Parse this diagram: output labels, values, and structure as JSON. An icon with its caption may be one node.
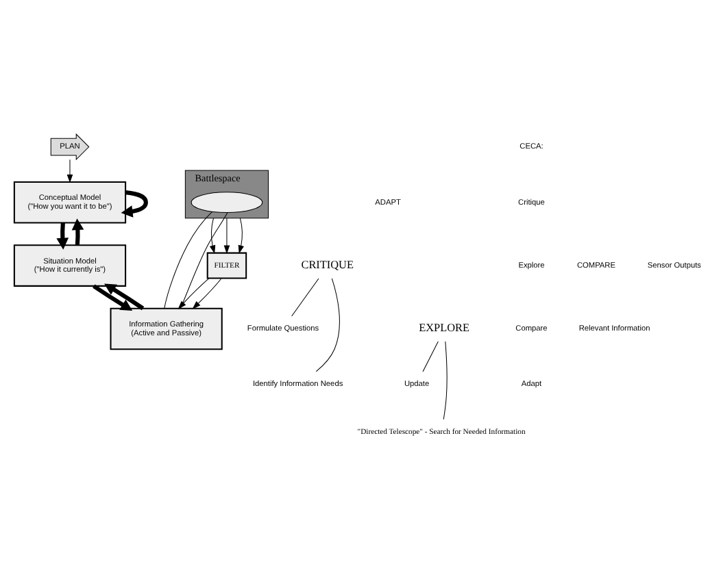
{
  "diagram": {
    "nodes": [
      {
        "text": [
          "PLAN"
        ]
      },
      {
        "text": [
          "Conceptual Model",
          "(\"How you want it to be\")"
        ]
      },
      {
        "text": [
          "Situation Model",
          "(\"How it currently is\")"
        ]
      },
      {
        "text": [
          "Information Gathering",
          "(Active and Passive)"
        ]
      },
      {
        "text": [
          "FILTER"
        ]
      },
      {
        "text": [
          "Battlespace"
        ]
      },
      {
        "text": [],
        "shape": "ellipse",
        "in": 5
      },
      {
        "text": [
          "CRITIQUE"
        ]
      },
      {
        "text": [
          "Formulate Questions"
        ]
      },
      {
        "text": [
          "Identify Information Needs"
        ]
      },
      {
        "text": [
          "EXPLORE"
        ]
      },
      {
        "text": [
          "Update"
        ]
      },
      {
        "text": [
          "\"Directed Telescope\" - Search for Needed Information"
        ]
      }
    ],
    "edges": [
      {
        "from": 0,
        "to": 1,
        "arrow": "to"
      },
      {
        "from": 1,
        "to": 1,
        "arrow": "to",
        "style": "thick"
      },
      {
        "from": 1,
        "to": 2,
        "arrow": "to",
        "style": "thick"
      },
      {
        "from": 2,
        "to": 3,
        "arrow": "to",
        "style": "thick"
      },
      {
        "from": 3,
        "to": 2,
        "arrow": "to",
        "style": "thick"
      },
      {
        "from": 2,
        "to": 1,
        "arrow": "to",
        "style": "thick"
      },
      {
        "from": 4,
        "to": 3,
        "arrow": "to"
      },
      {
        "from": 4,
        "to": 3,
        "arrow": "to"
      },
      {
        "from": 5,
        "to": 4,
        "arrow": "to"
      },
      {
        "from": 5,
        "to": 4,
        "arrow": "to"
      },
      {
        "from": 5,
        "to": 4,
        "arrow": "to"
      },
      {
        "from": 3,
        "to": 6,
        "arrow": "none"
      },
      {
        "from": 3,
        "to": 6,
        "arrow": "none"
      },
      {
        "from": 7,
        "to": 8,
        "arrow": "none"
      },
      {
        "from": 7,
        "to": 9,
        "arrow": "none"
      },
      {
        "from": 10,
        "to": 11,
        "arrow": "none"
      },
      {
        "from": 10,
        "to": 12,
        "arrow": "none"
      }
    ],
    "labels": [
      "ADAPT",
      "CECA:",
      "Critique",
      "Explore",
      "Compare",
      "Adapt",
      "COMPARE",
      "Relevant Information",
      "Sensor Outputs"
    ]
  }
}
